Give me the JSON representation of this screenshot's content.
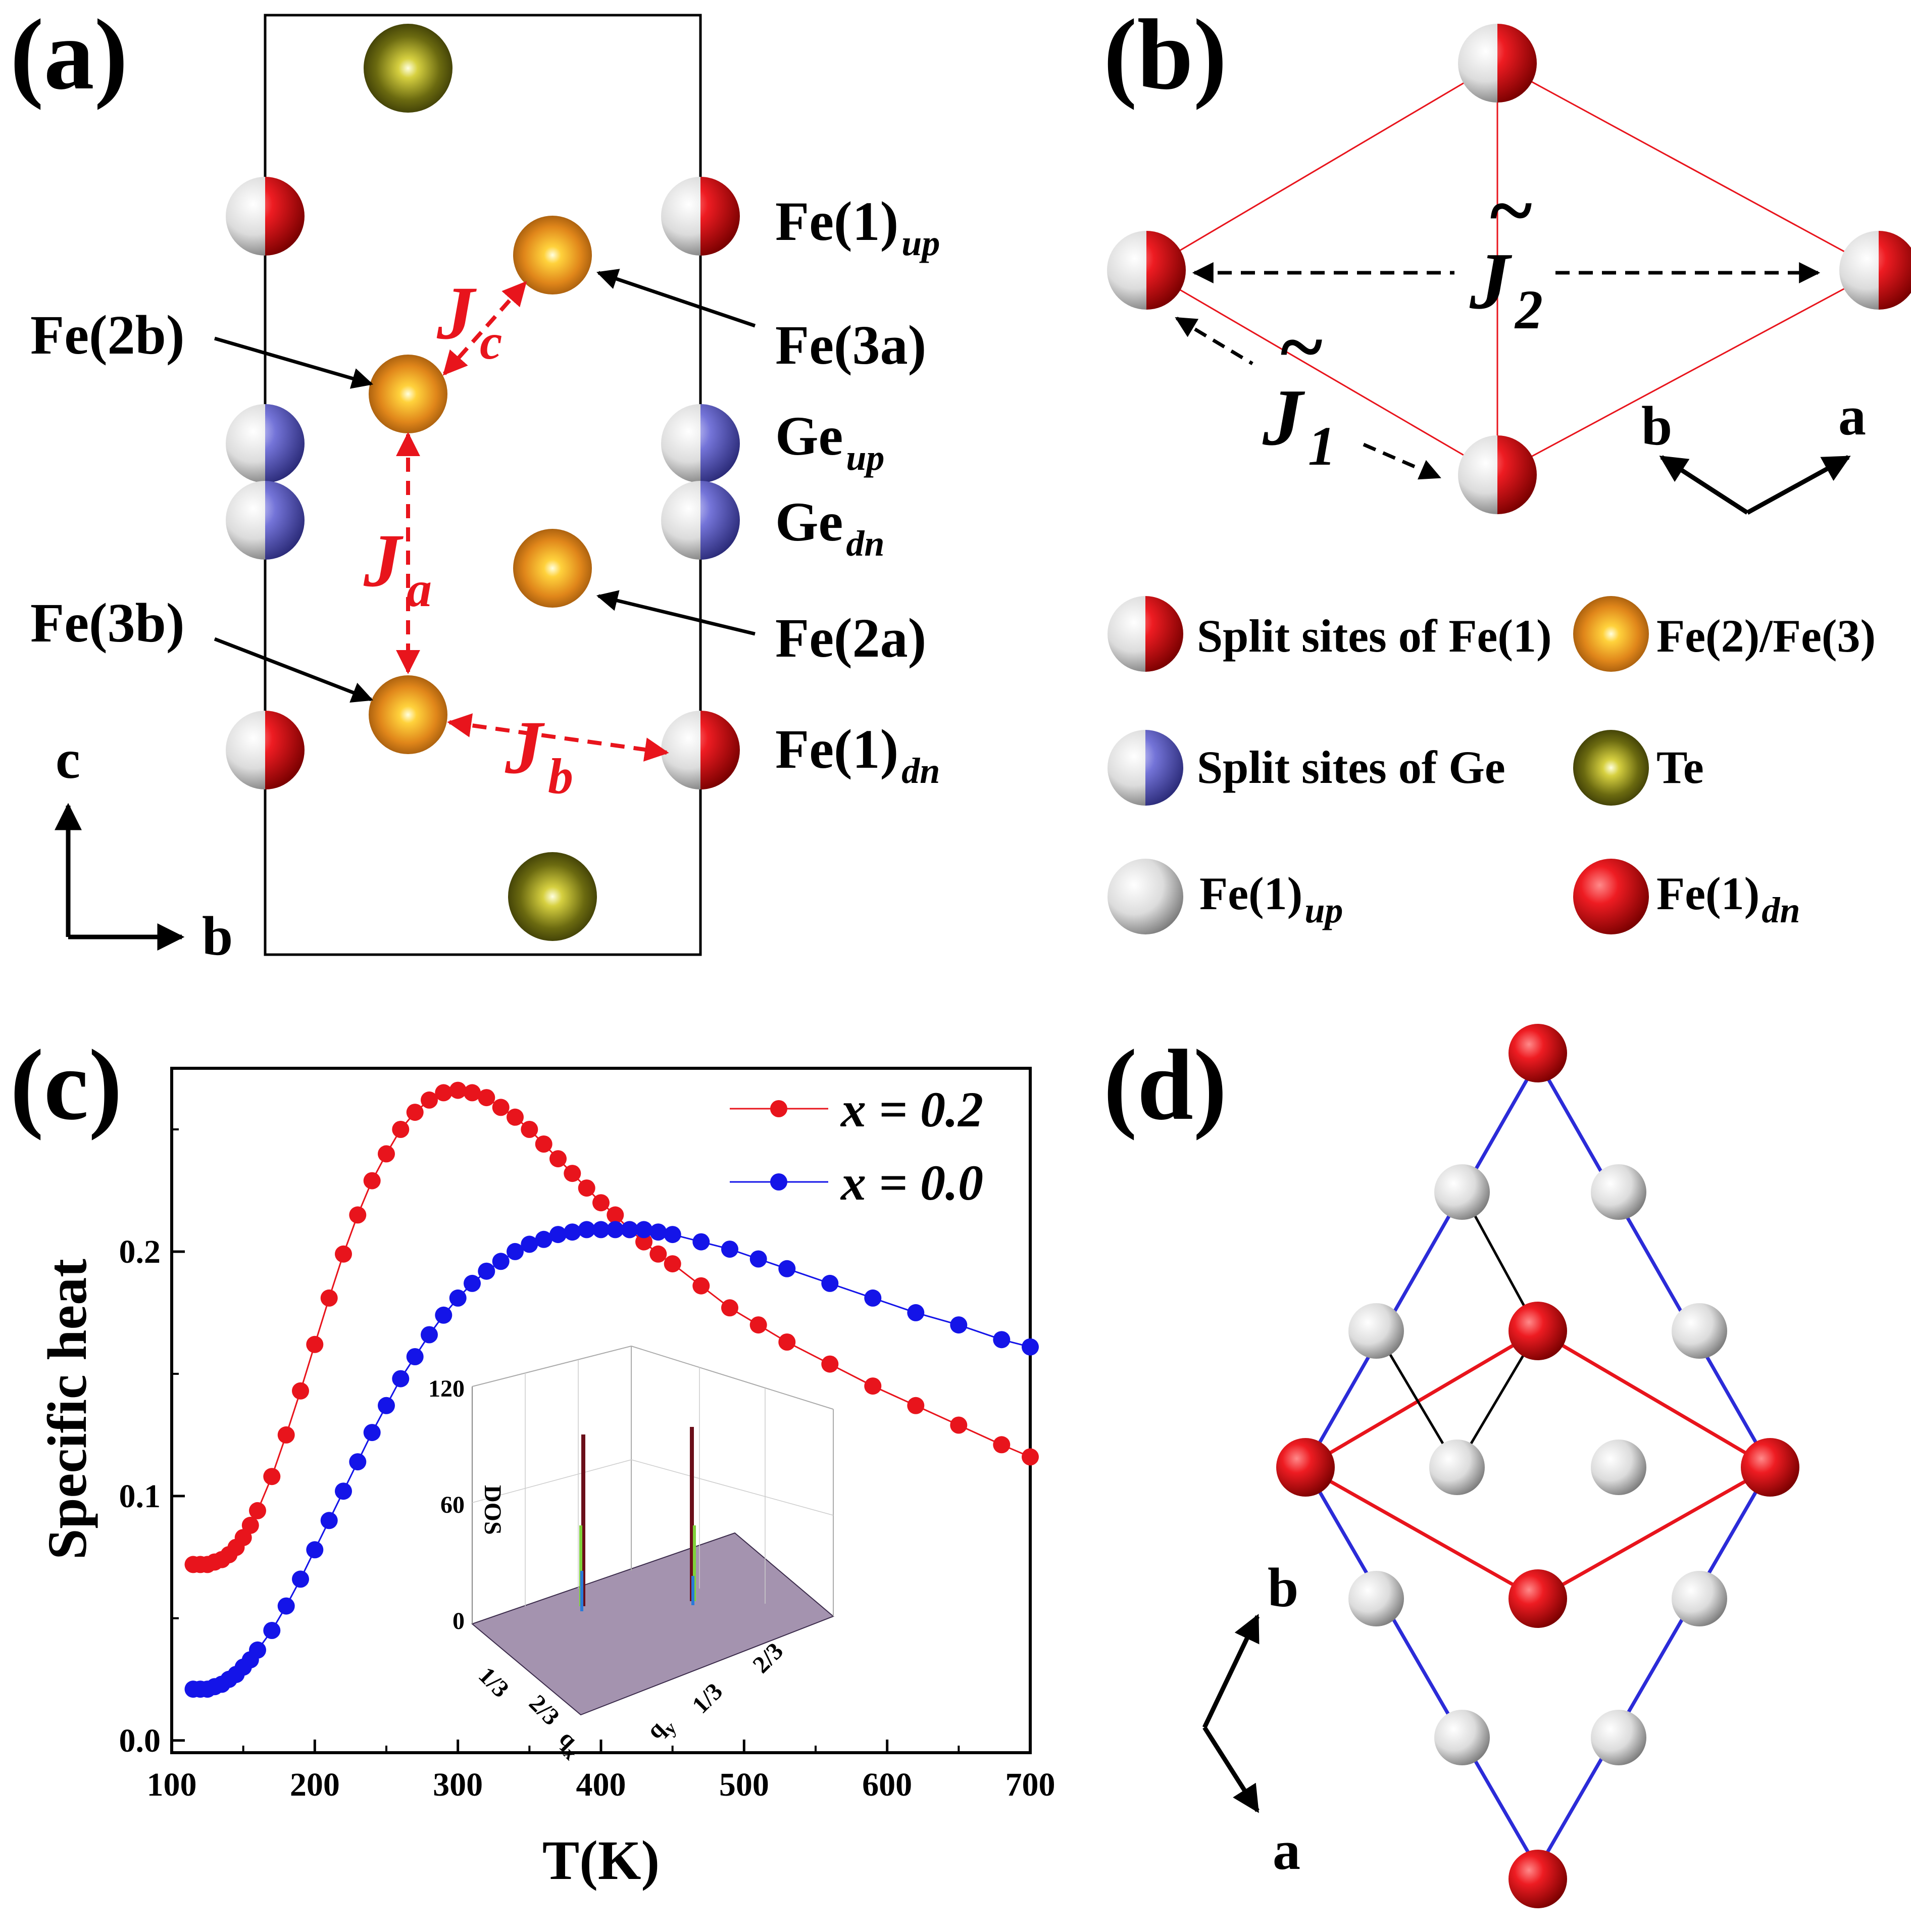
{
  "panels": {
    "a": {
      "label": "(a)"
    },
    "b": {
      "label": "(b)"
    },
    "c": {
      "label": "(c)"
    },
    "d": {
      "label": "(d)"
    }
  },
  "panel_a": {
    "atom_labels": {
      "fe1up": "Fe(1)",
      "fe1up_sub": "up",
      "fe3a": "Fe(3a)",
      "fe2b": "Fe(2b)",
      "geup": "Ge",
      "geup_sub": "up",
      "gedn": "Ge",
      "gedn_sub": "dn",
      "fe2a": "Fe(2a)",
      "fe3b": "Fe(3b)",
      "fe1dn": "Fe(1)",
      "fe1dn_sub": "dn"
    },
    "couplings": {
      "ja": "J",
      "ja_sub": "a",
      "jb": "J",
      "jb_sub": "b",
      "jc": "J",
      "jc_sub": "c"
    },
    "axes": {
      "vertical": "c",
      "horizontal": "b"
    }
  },
  "panel_b": {
    "couplings": {
      "j1": "J",
      "j1_sub": "1",
      "j2": "J",
      "j2_sub": "2",
      "tilde": "~"
    },
    "axes": {
      "a": "a",
      "b": "b"
    },
    "legend": {
      "split_fe1": "Split sites of Fe(1)",
      "fe23": "Fe(2)/Fe(3)",
      "split_ge": "Split sites of Ge",
      "te": "Te",
      "fe1up": "Fe(1)",
      "fe1up_sub": "up",
      "fe1dn": "Fe(1)",
      "fe1dn_sub": "dn"
    }
  },
  "panel_d": {
    "axes": {
      "a": "a",
      "b": "b"
    }
  },
  "colors": {
    "fe_red": "#e8141c",
    "fe23_orange": "#e58a1e",
    "ge_blue": "#6f6fd6",
    "te_olive": "#6b6a10",
    "cell_blue": "#2b2bd8",
    "series_red": "#e8141c",
    "series_blue": "#1414e8"
  },
  "chart_data": {
    "type": "line",
    "xlabel": "T(K)",
    "ylabel": "Specific heat",
    "xlim": [
      100,
      700
    ],
    "ylim": [
      -0.005,
      0.275
    ],
    "xticks": [
      100,
      200,
      300,
      400,
      500,
      600,
      700
    ],
    "yticks": [
      0.0,
      0.1,
      0.2
    ],
    "xtick_labels": [
      "100",
      "200",
      "300",
      "400",
      "500",
      "600",
      "700"
    ],
    "ytick_labels": [
      "0.0",
      "0.1",
      "0.2"
    ],
    "legend_placement": "top-right",
    "series": [
      {
        "name": "x = 0.2",
        "color": "#e8141c",
        "x": [
          115,
          120,
          125,
          130,
          135,
          140,
          145,
          150,
          155,
          160,
          170,
          180,
          190,
          200,
          210,
          220,
          230,
          240,
          250,
          260,
          270,
          280,
          290,
          300,
          310,
          320,
          330,
          340,
          350,
          360,
          370,
          380,
          390,
          400,
          410,
          420,
          430,
          440,
          450,
          470,
          490,
          510,
          530,
          560,
          590,
          620,
          650,
          680,
          700
        ],
        "y": [
          0.072,
          0.072,
          0.072,
          0.073,
          0.074,
          0.076,
          0.079,
          0.083,
          0.088,
          0.094,
          0.108,
          0.125,
          0.143,
          0.162,
          0.181,
          0.199,
          0.215,
          0.229,
          0.24,
          0.25,
          0.257,
          0.262,
          0.265,
          0.266,
          0.265,
          0.263,
          0.259,
          0.255,
          0.25,
          0.244,
          0.238,
          0.232,
          0.226,
          0.22,
          0.215,
          0.209,
          0.204,
          0.199,
          0.195,
          0.186,
          0.177,
          0.17,
          0.163,
          0.154,
          0.145,
          0.137,
          0.129,
          0.121,
          0.116
        ]
      },
      {
        "name": "x = 0.0",
        "color": "#1414e8",
        "x": [
          115,
          120,
          125,
          130,
          135,
          140,
          145,
          150,
          155,
          160,
          170,
          180,
          190,
          200,
          210,
          220,
          230,
          240,
          250,
          260,
          270,
          280,
          290,
          300,
          310,
          320,
          330,
          340,
          350,
          360,
          370,
          380,
          390,
          400,
          410,
          420,
          430,
          440,
          450,
          470,
          490,
          510,
          530,
          560,
          590,
          620,
          650,
          680,
          700
        ],
        "y": [
          0.021,
          0.021,
          0.021,
          0.022,
          0.023,
          0.025,
          0.027,
          0.03,
          0.033,
          0.037,
          0.045,
          0.055,
          0.066,
          0.078,
          0.09,
          0.102,
          0.114,
          0.126,
          0.137,
          0.148,
          0.157,
          0.166,
          0.174,
          0.181,
          0.187,
          0.192,
          0.196,
          0.2,
          0.203,
          0.205,
          0.207,
          0.208,
          0.209,
          0.209,
          0.209,
          0.209,
          0.209,
          0.208,
          0.207,
          0.204,
          0.201,
          0.197,
          0.193,
          0.187,
          0.181,
          0.175,
          0.17,
          0.164,
          0.161
        ]
      }
    ],
    "inset": {
      "type": "surface",
      "zlabel": "DOS",
      "zticks": [
        "0",
        "60",
        "120"
      ],
      "xlabel": "q",
      "xlabel_sub": "x",
      "ylabel": "q",
      "ylabel_sub": "y",
      "xticks": [
        "1/3",
        "2/3"
      ],
      "yticks": [
        "1/3",
        "2/3"
      ]
    }
  }
}
